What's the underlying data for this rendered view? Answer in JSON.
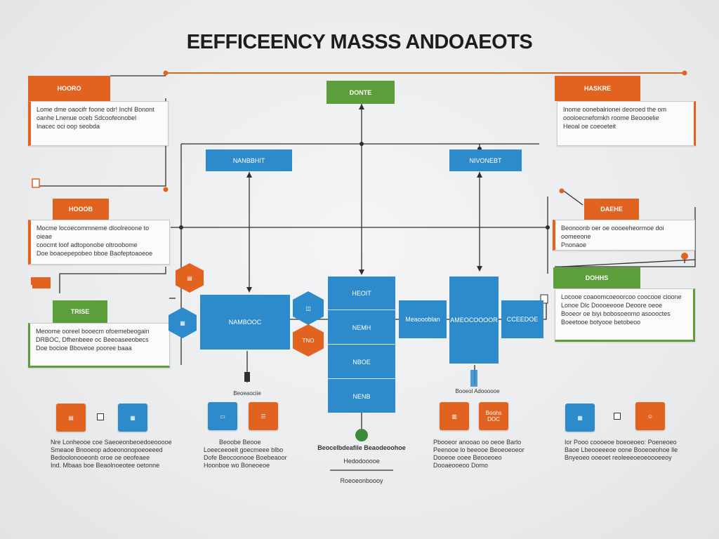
{
  "title": "EEFFICEENCY MASSS ANDOAEOTS",
  "top_center_tag": "DONTE",
  "left_top": {
    "tag": "HOORO",
    "text": [
      "Lome dme oaocifr foone odr! Inchl Bonont",
      "oanhe Lnenue oceb Sdcoofeonobel",
      "Inacec oci oop seobda"
    ]
  },
  "right_top": {
    "tag": "HASKRE",
    "text": [
      "Inome oonebalrionei deoroed the om",
      "oooloecnefomkh roome Beoooelie",
      "Heoal oe coeoeteit"
    ]
  },
  "blue_tag_left": "NANBBHIT",
  "blue_tag_right": "NIVONEBT",
  "left_mid": {
    "tag": "HOOOB",
    "text": [
      "Mocme locoecommneme dloolreoone to oieae",
      "coocmt loof adtoponobe oltroobome",
      "Doe boaoepepobeo bboe Baofeptoaoeoe"
    ]
  },
  "right_mid": {
    "tag": "DAEHE",
    "text": [
      "Beonoonb oer oe oooeeheormoe doi oomeeone",
      "Pnonaoe"
    ]
  },
  "left_low": {
    "tag": "TRISE",
    "text": [
      "Meoome ooreel booecm ofoemebeogain",
      "DRBOC, Dfhenbeee oc Beeoaseeobecs",
      "Doe bocioe Bboveoe pooree baaa"
    ]
  },
  "right_low": {
    "tag": "DOHHS",
    "text": [
      "Locooe coaoomcoeoorcoo coocooe cioone",
      "Lonoe Dlc Doooeeooe Deoore oeoe",
      "Booeor oe biyi bobosoeomo asoooctes",
      "Boeetooe botyooe betobeoo"
    ]
  },
  "center_box": "NAMBOOC",
  "stack": [
    "HEOIT",
    "NEMH",
    "NBOE",
    "NENB"
  ],
  "mid_box_1": "Meaoooblan",
  "mid_box_2": "AMEOCOOOOR",
  "mid_box_3": "CCEEDOE",
  "hex_label": "TNO",
  "label_under_center": "Beoeaociie",
  "label_under_right": "Booeol Adoooooe",
  "bottom_center": {
    "line1": "Beocelbdeafile Beaodeoohoe",
    "line2": "Hedodooooe",
    "line3": "Roeoeonboooy"
  },
  "bottom_groups": [
    {
      "text": [
        "Nre Lonheooe coe Saeoeonbeoedoeooooe",
        "Smeaoe Bnooeop adoeononopoeoeeed",
        "Bedoolonooeonb oroe oe oeofeaee",
        "Ind. Mbaas boe Beaolnoeotee oetonne"
      ]
    },
    {
      "text": [
        "Beoobe Beooe",
        "Loeeceeoeit goecmeee blbo",
        "Dofe Beocoonooe Boebeaoor",
        "Hoonboe wo Boneoeoe"
      ]
    },
    {
      "text": [
        "Pbooeor anooao oo oeoe Barlo",
        "Peenooe lo beeooe Beoeoeoeor",
        "Dooeoe ooee Beooeoeo",
        "Dooaeooeoo Domo"
      ]
    },
    {
      "text": [
        "Ior Pooo coooeoe boeoeoeo: Poeneoeo",
        "Baoe Lbeooeeeoe oone Booeoeohoe lle",
        "Bnyeoeo ooeoet reoleeeoeoeoooeeoy"
      ]
    }
  ],
  "tile_labels": [
    "Boohs",
    "DOC"
  ],
  "colors": {
    "orange": "#e2621f",
    "green": "#5c9e3a",
    "blue": "#2e8bcb"
  }
}
